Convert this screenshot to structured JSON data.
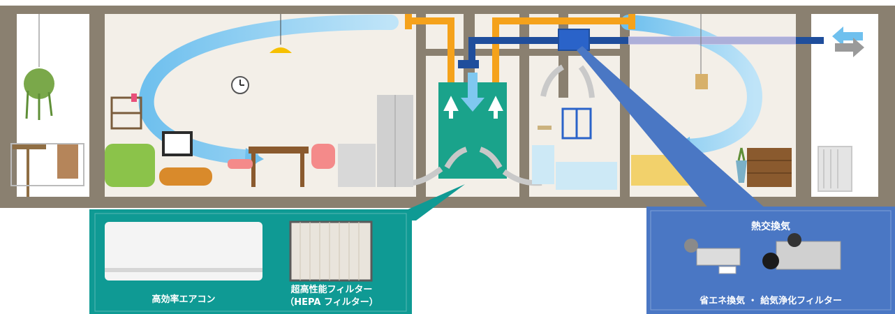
{
  "left_panel": {
    "aircon_label": "高効率エアコン",
    "filter_label_line1": "超高性能フィルター",
    "filter_label_line2": "（HEPA フィルター）",
    "bg_color": "#0f9a94"
  },
  "right_panel": {
    "title": "熱交換気",
    "caption": "省エネ換気 ・ 給気浄化フィルター",
    "bg_color": "#4a77c4"
  },
  "colors": {
    "warm_duct": "#f5a21b",
    "cool_duct": "#1f4e9c",
    "air_flow": "#7fc8f0",
    "unit_box": "#1aa38b",
    "wall": "#8a8070"
  }
}
